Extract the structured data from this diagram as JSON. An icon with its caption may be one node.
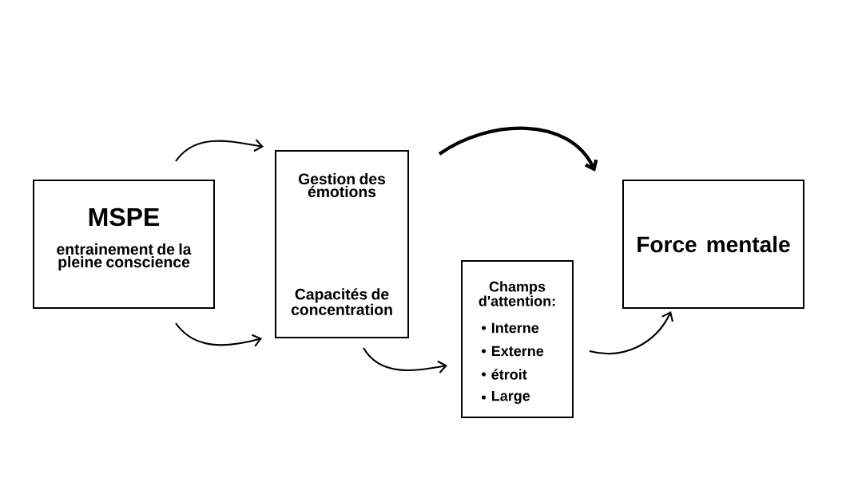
{
  "diagram": {
    "nodes": [
      {
        "text": [
          "MSPE",
          "entrainement de la pleine conscience"
        ]
      },
      {
        "text": [
          "Gestion des émotions",
          "Capacités de concentration"
        ]
      },
      {
        "text": [
          "Champs d'attention:",
          "Interne",
          "Externe",
          "étroit",
          "Large"
        ]
      },
      {
        "text": [
          "Force mentale"
        ]
      }
    ],
    "edges": [
      {
        "from": 0,
        "to": 1,
        "arrow": "to"
      },
      {
        "from": 0,
        "to": 1,
        "arrow": "to"
      },
      {
        "from": 1,
        "to": 3,
        "arrow": "to",
        "style": "thick"
      },
      {
        "from": 1,
        "to": 2,
        "arrow": "to"
      },
      {
        "from": 2,
        "to": 3,
        "arrow": "to"
      }
    ]
  }
}
